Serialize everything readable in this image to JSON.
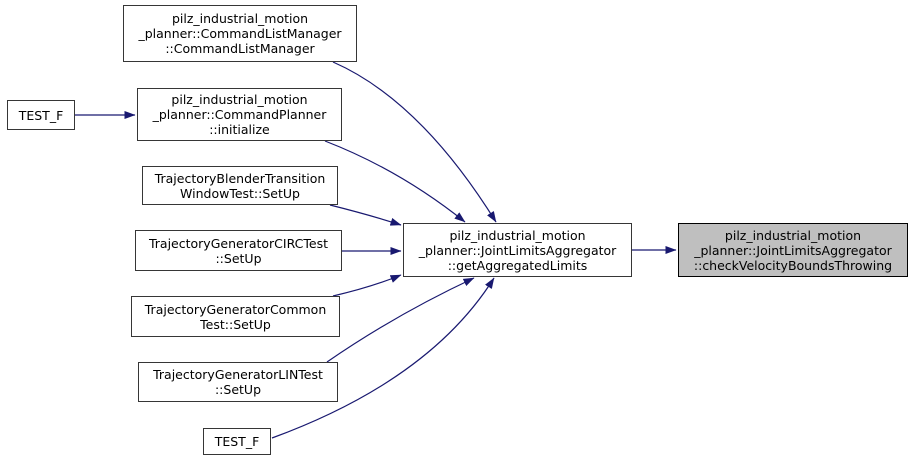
{
  "diagram": {
    "type": "call-graph",
    "colors": {
      "edge": "#191970",
      "node_border": "#363636",
      "node_fill": "#ffffff",
      "highlight_fill": "#bfbfbf",
      "highlight_border": "#000000",
      "text": "#000000",
      "background": "#ffffff"
    }
  },
  "nodes": {
    "command_list_manager": {
      "label": "pilz_industrial_motion\n_planner::CommandListManager\n::CommandListManager"
    },
    "test_f_top": {
      "label": "TEST_F"
    },
    "command_planner_initialize": {
      "label": "pilz_industrial_motion\n_planner::CommandPlanner\n::initialize"
    },
    "trajectory_blender_transition": {
      "label": "TrajectoryBlenderTransition\nWindowTest::SetUp"
    },
    "trajectory_generator_circ": {
      "label": "TrajectoryGeneratorCIRCTest\n::SetUp"
    },
    "trajectory_generator_common": {
      "label": "TrajectoryGeneratorCommon\nTest::SetUp"
    },
    "trajectory_generator_lin": {
      "label": "TrajectoryGeneratorLINTest\n::SetUp"
    },
    "test_f_bottom": {
      "label": "TEST_F"
    },
    "get_aggregated_limits": {
      "label": "pilz_industrial_motion\n_planner::JointLimitsAggregator\n::getAggregatedLimits"
    },
    "check_velocity_bounds_throwing": {
      "label": "pilz_industrial_motion\n_planner::JointLimitsAggregator\n::checkVelocityBoundsThrowing"
    }
  },
  "edges": [
    {
      "from": "test_f_top",
      "to": "command_planner_initialize"
    },
    {
      "from": "command_list_manager",
      "to": "get_aggregated_limits"
    },
    {
      "from": "command_planner_initialize",
      "to": "get_aggregated_limits"
    },
    {
      "from": "trajectory_blender_transition",
      "to": "get_aggregated_limits"
    },
    {
      "from": "trajectory_generator_circ",
      "to": "get_aggregated_limits"
    },
    {
      "from": "trajectory_generator_common",
      "to": "get_aggregated_limits"
    },
    {
      "from": "trajectory_generator_lin",
      "to": "get_aggregated_limits"
    },
    {
      "from": "test_f_bottom",
      "to": "get_aggregated_limits"
    },
    {
      "from": "get_aggregated_limits",
      "to": "check_velocity_bounds_throwing"
    }
  ]
}
